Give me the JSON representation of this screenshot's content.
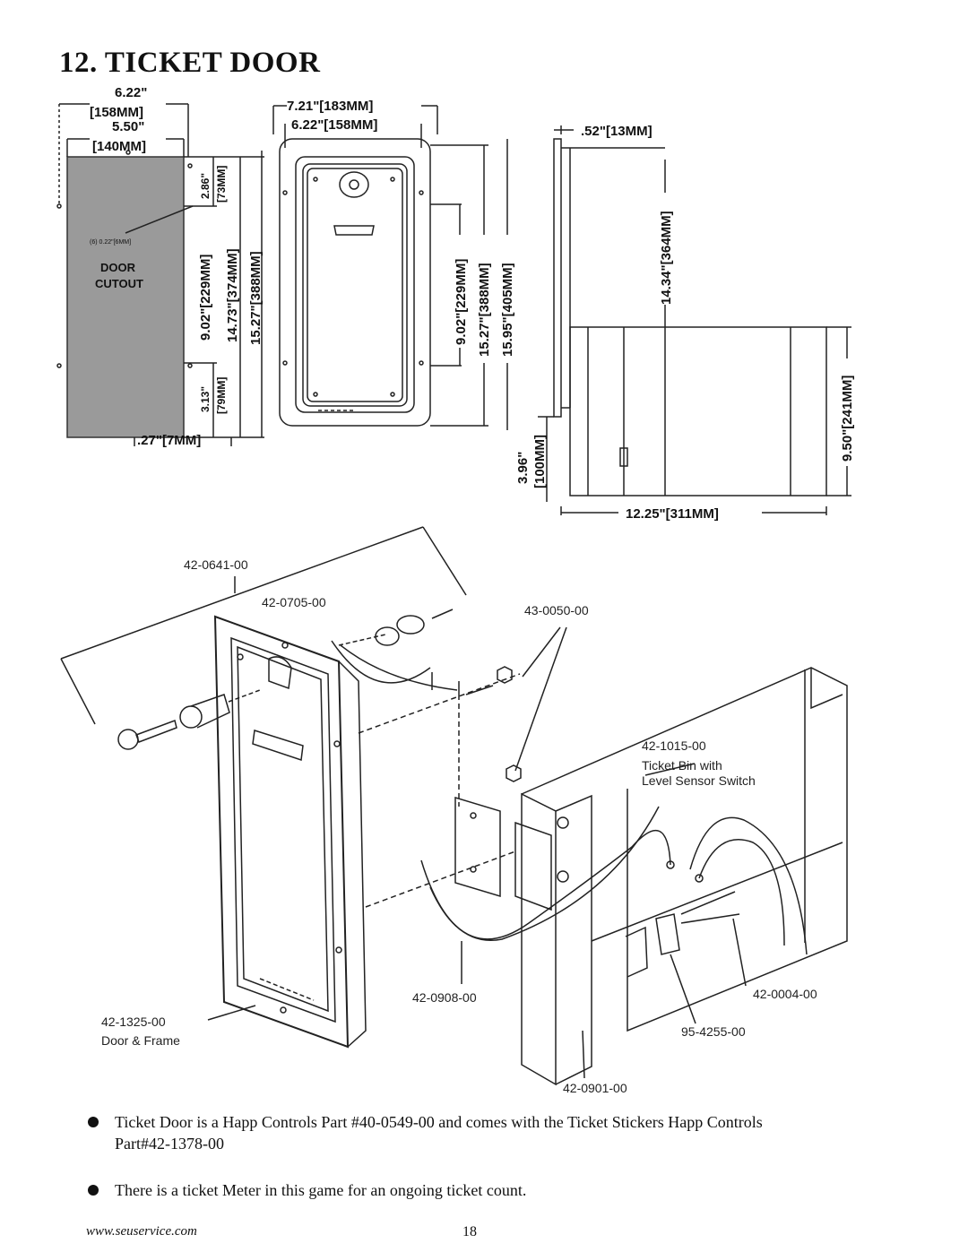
{
  "heading": "12. TICKET DOOR",
  "cutout": {
    "outer_in": "6.22\"",
    "outer_mm": "[158MM]",
    "inner_in": "5.50\"",
    "inner_mm": "[140MM]",
    "hole_note": "(6) 0.22\"[6MM]",
    "label_line1": "DOOR",
    "label_line2": "CUTOUT",
    "top_offset": "2.86\"",
    "top_offset_mm": "[73MM]",
    "bottom_offset": "3.13\"",
    "bottom_offset_mm": "[79MM]",
    "h1": "9.02\"[229MM]",
    "h2": "14.73\"[374MM]",
    "h3": "15.27\"[388MM]",
    "flange": ".27\"[7MM]"
  },
  "front": {
    "outer": "7.21\"[183MM]",
    "inner": "6.22\"[158MM]",
    "h1": "9.02\"[229MM]",
    "h2": "15.27\"[388MM]",
    "h3": "15.95\"[405MM]"
  },
  "side": {
    "depth_flange": ".52\"[13MM]",
    "upper": "14.34\"[364MM]",
    "bin_height": "9.50\"[241MM]",
    "bottom_in": "3.96\"",
    "bottom_mm": "[100MM]",
    "depth": "12.25\"[311MM]"
  },
  "parts": {
    "p1": "42-0641-00",
    "p2": "42-0705-00",
    "p3": "43-0050-00",
    "p4_num": "42-1015-00",
    "p4_l1": "Ticket Bin with",
    "p4_l2": "Level Sensor Switch",
    "p5_num": "42-1325-00",
    "p5_desc": "Door & Frame",
    "p6": "42-0908-00",
    "p7": "42-0004-00",
    "p8": "95-4255-00",
    "p9": "42-0901-00"
  },
  "bullets": [
    "Ticket Door is a Happ Controls Part #40-0549-00 and comes with the Ticket Stickers Happ Controls Part#42-1378-00",
    "There is a ticket Meter in this game for an ongoing ticket count."
  ],
  "footer": {
    "url": "www.seuservice.com",
    "page": "18"
  }
}
